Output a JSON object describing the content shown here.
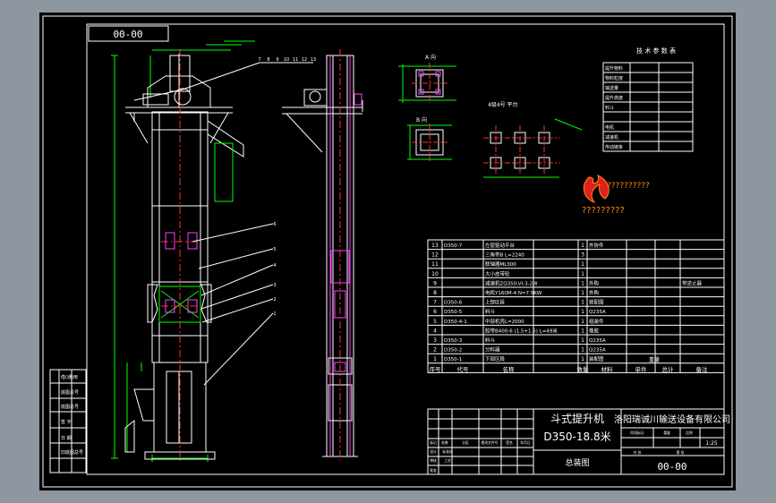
{
  "drawing": {
    "code_top": "00-00",
    "code_bottom": "00-00",
    "title_line1": "斗式提升机",
    "title_line2": "D350-18.8米",
    "subtitle": "总装图",
    "company": "洛阳瑞诚川输送设备有限公司",
    "scale": "1:25",
    "tech_table_title": "技 术 参 数 表",
    "logo_caption": "?????????",
    "logo_text": "??????????"
  },
  "section_labels": [
    "A 向",
    "B 向",
    "4级4号 平台"
  ],
  "left_side_labels": [
    "借(通)用",
    "底图总号",
    "底图总号",
    "签 字",
    "日 期",
    "旧底图总号"
  ],
  "callout_numbers": [
    "1",
    "2",
    "3",
    "4",
    "5",
    "6",
    "7",
    "8",
    "9",
    "10",
    "11",
    "12",
    "13"
  ],
  "parts_table": {
    "headers": [
      "序号",
      "代号",
      "名称",
      "数量",
      "材料",
      "单件",
      "总计",
      "备注"
    ],
    "weight_header": "重量",
    "rows": [
      {
        "no": "13",
        "code": "D350-7",
        "name": "左层驱动平台",
        "qty": "1",
        "mat": "外协件",
        "note": ""
      },
      {
        "no": "12",
        "code": "",
        "name": "三角带B L=2240",
        "qty": "3",
        "mat": "",
        "note": ""
      },
      {
        "no": "11",
        "code": "",
        "name": "联轴器ML300",
        "qty": "1",
        "mat": "",
        "note": ""
      },
      {
        "no": "10",
        "code": "",
        "name": "大小皮带轮",
        "qty": "1",
        "mat": "",
        "note": ""
      },
      {
        "no": "9",
        "code": "",
        "name": "减速机ZQ350-VI-3-2W",
        "qty": "1",
        "mat": "外购",
        "note": "带逆止器"
      },
      {
        "no": "8",
        "code": "",
        "name": "电机Y160M-4 N=7.5KW",
        "qty": "1",
        "mat": "外购",
        "note": ""
      },
      {
        "no": "7",
        "code": "D350-6",
        "name": "上部区段",
        "qty": "1",
        "mat": "装配图",
        "note": ""
      },
      {
        "no": "6",
        "code": "D350-5",
        "name": "料斗",
        "qty": "1",
        "mat": "Q235A",
        "note": ""
      },
      {
        "no": "5",
        "code": "D350-4-1",
        "name": "中部机壳L=2000",
        "qty": "1",
        "mat": "组装件",
        "note": ""
      },
      {
        "no": "4",
        "code": "",
        "name": "胶带B400-6 (1.5+1.5) L=49米",
        "qty": "1",
        "mat": "橡胶",
        "note": ""
      },
      {
        "no": "3",
        "code": "D350-3",
        "name": "料斗",
        "qty": "1",
        "mat": "Q235A",
        "note": ""
      },
      {
        "no": "2",
        "code": "D350-2",
        "name": "分料器",
        "qty": "1",
        "mat": "Q235A",
        "note": ""
      },
      {
        "no": "1",
        "code": "D350-1",
        "name": "下部区段",
        "qty": "1",
        "mat": "装配图",
        "note": ""
      }
    ]
  },
  "title_block_cells": [
    "标记",
    "处数",
    "分区",
    "更改文件号",
    "签名",
    "年月日",
    "设计",
    "标准化",
    "审核",
    "工艺",
    "批准",
    "阶段标记",
    "重量",
    "比例",
    "共 张",
    "第 张"
  ],
  "tech_params": {
    "rows": [
      {
        "label": "提升物料",
        "v1": "",
        "v2": ""
      },
      {
        "label": "物料粒度",
        "v1": "",
        "v2": ""
      },
      {
        "label": "输送量",
        "v1": "",
        "v2": ""
      },
      {
        "label": "提升高度",
        "v1": "",
        "v2": ""
      },
      {
        "label": "料斗",
        "v1": "",
        "v2": ""
      },
      {
        "label": "",
        "v1": "",
        "v2": ""
      },
      {
        "label": "电机",
        "v1": "",
        "v2": ""
      },
      {
        "label": "减速机",
        "v1": "",
        "v2": ""
      },
      {
        "label": "传动链条",
        "v1": "",
        "v2": ""
      }
    ]
  },
  "colors": {
    "frame": "#ffffff",
    "background": "#000000",
    "outer": "#8e969f",
    "dimension": "#00ff00",
    "centerline": "#ff3030",
    "magenta": "#ff40ff",
    "cyan": "#00e5ff",
    "yellow": "#ffff00",
    "logo_red": "#e02020",
    "logo_orange": "#ff8c00"
  }
}
